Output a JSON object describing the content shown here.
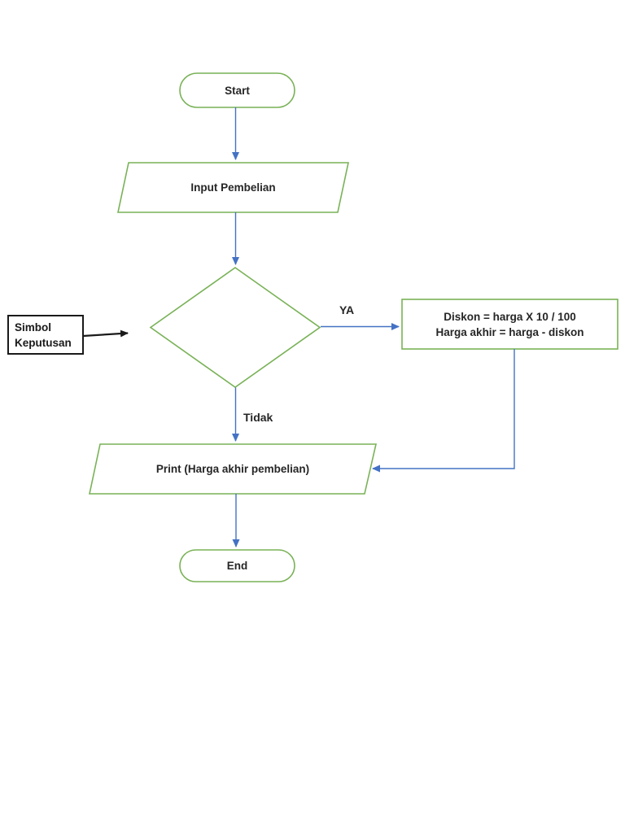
{
  "page": {
    "background_color": "#ffffff"
  },
  "flowchart": {
    "nodes": {
      "start": {
        "type": "terminator",
        "label": "Start"
      },
      "input": {
        "type": "input-output",
        "label": "Input Pembelian"
      },
      "decision": {
        "type": "decision",
        "label": ""
      },
      "process": {
        "type": "process",
        "lines": [
          "Diskon = harga X 10 / 100",
          "Harga akhir = harga - diskon"
        ]
      },
      "print": {
        "type": "input-output",
        "label": "Print (Harga akhir pembelian)"
      },
      "end": {
        "type": "terminator",
        "label": "End"
      }
    },
    "edge_labels": {
      "yes": "YA",
      "no": "Tidak"
    },
    "annotation": {
      "label": "Simbol Keputusan"
    },
    "colors": {
      "shape_outline": "#79B257",
      "connector": "#4472C4",
      "annotation_outline": "#1A1A1A",
      "text": "#262626"
    }
  }
}
